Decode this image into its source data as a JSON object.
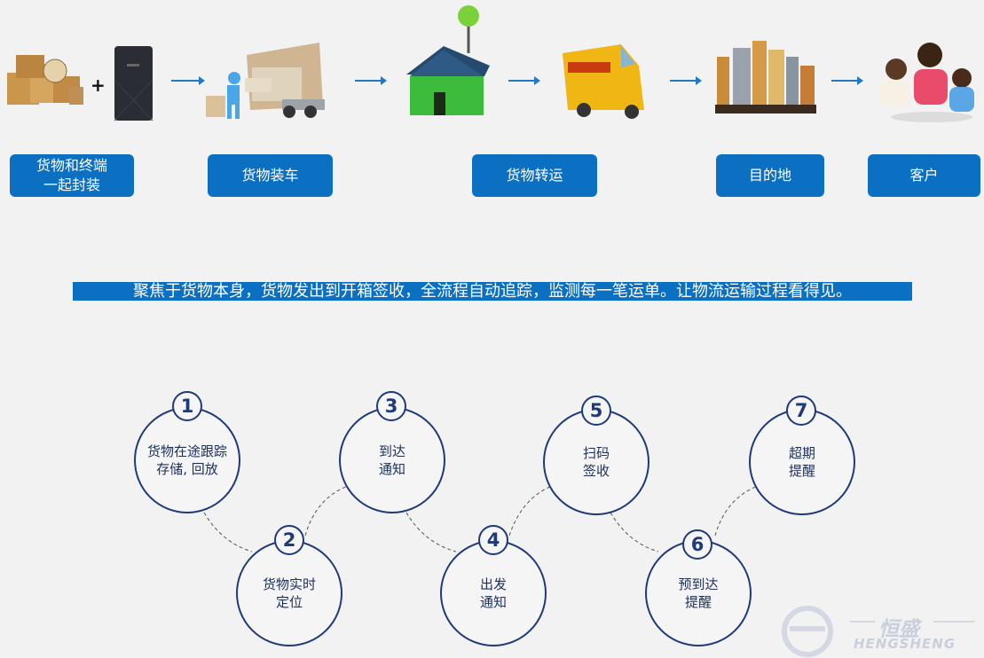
{
  "flow": {
    "steps": [
      {
        "label": "货物和终端\n一起封装"
      },
      {
        "label": "货物装车"
      },
      {
        "label": "货物转运"
      },
      {
        "label": "目的地"
      },
      {
        "label": "客户"
      }
    ],
    "plus": "+"
  },
  "banner": "聚焦于货物本身，货物发出到开箱签收，全流程自动追踪，监测每一笔运单。让物流运输过程看得见。",
  "cycle": [
    {
      "num": "1",
      "label": "货物在途跟踪\n存储, 回放"
    },
    {
      "num": "2",
      "label": "货物实时\n定位"
    },
    {
      "num": "3",
      "label": "到达\n通知"
    },
    {
      "num": "4",
      "label": "出发\n通知"
    },
    {
      "num": "5",
      "label": "扫码\n签收"
    },
    {
      "num": "6",
      "label": "预到达\n提醒"
    },
    {
      "num": "7",
      "label": "超期\n提醒"
    }
  ],
  "logo": {
    "name": "恒盛",
    "sub": "HENGSHENG"
  },
  "colors": {
    "primary": "#0b6fc2",
    "circle": "#1e3a78"
  }
}
